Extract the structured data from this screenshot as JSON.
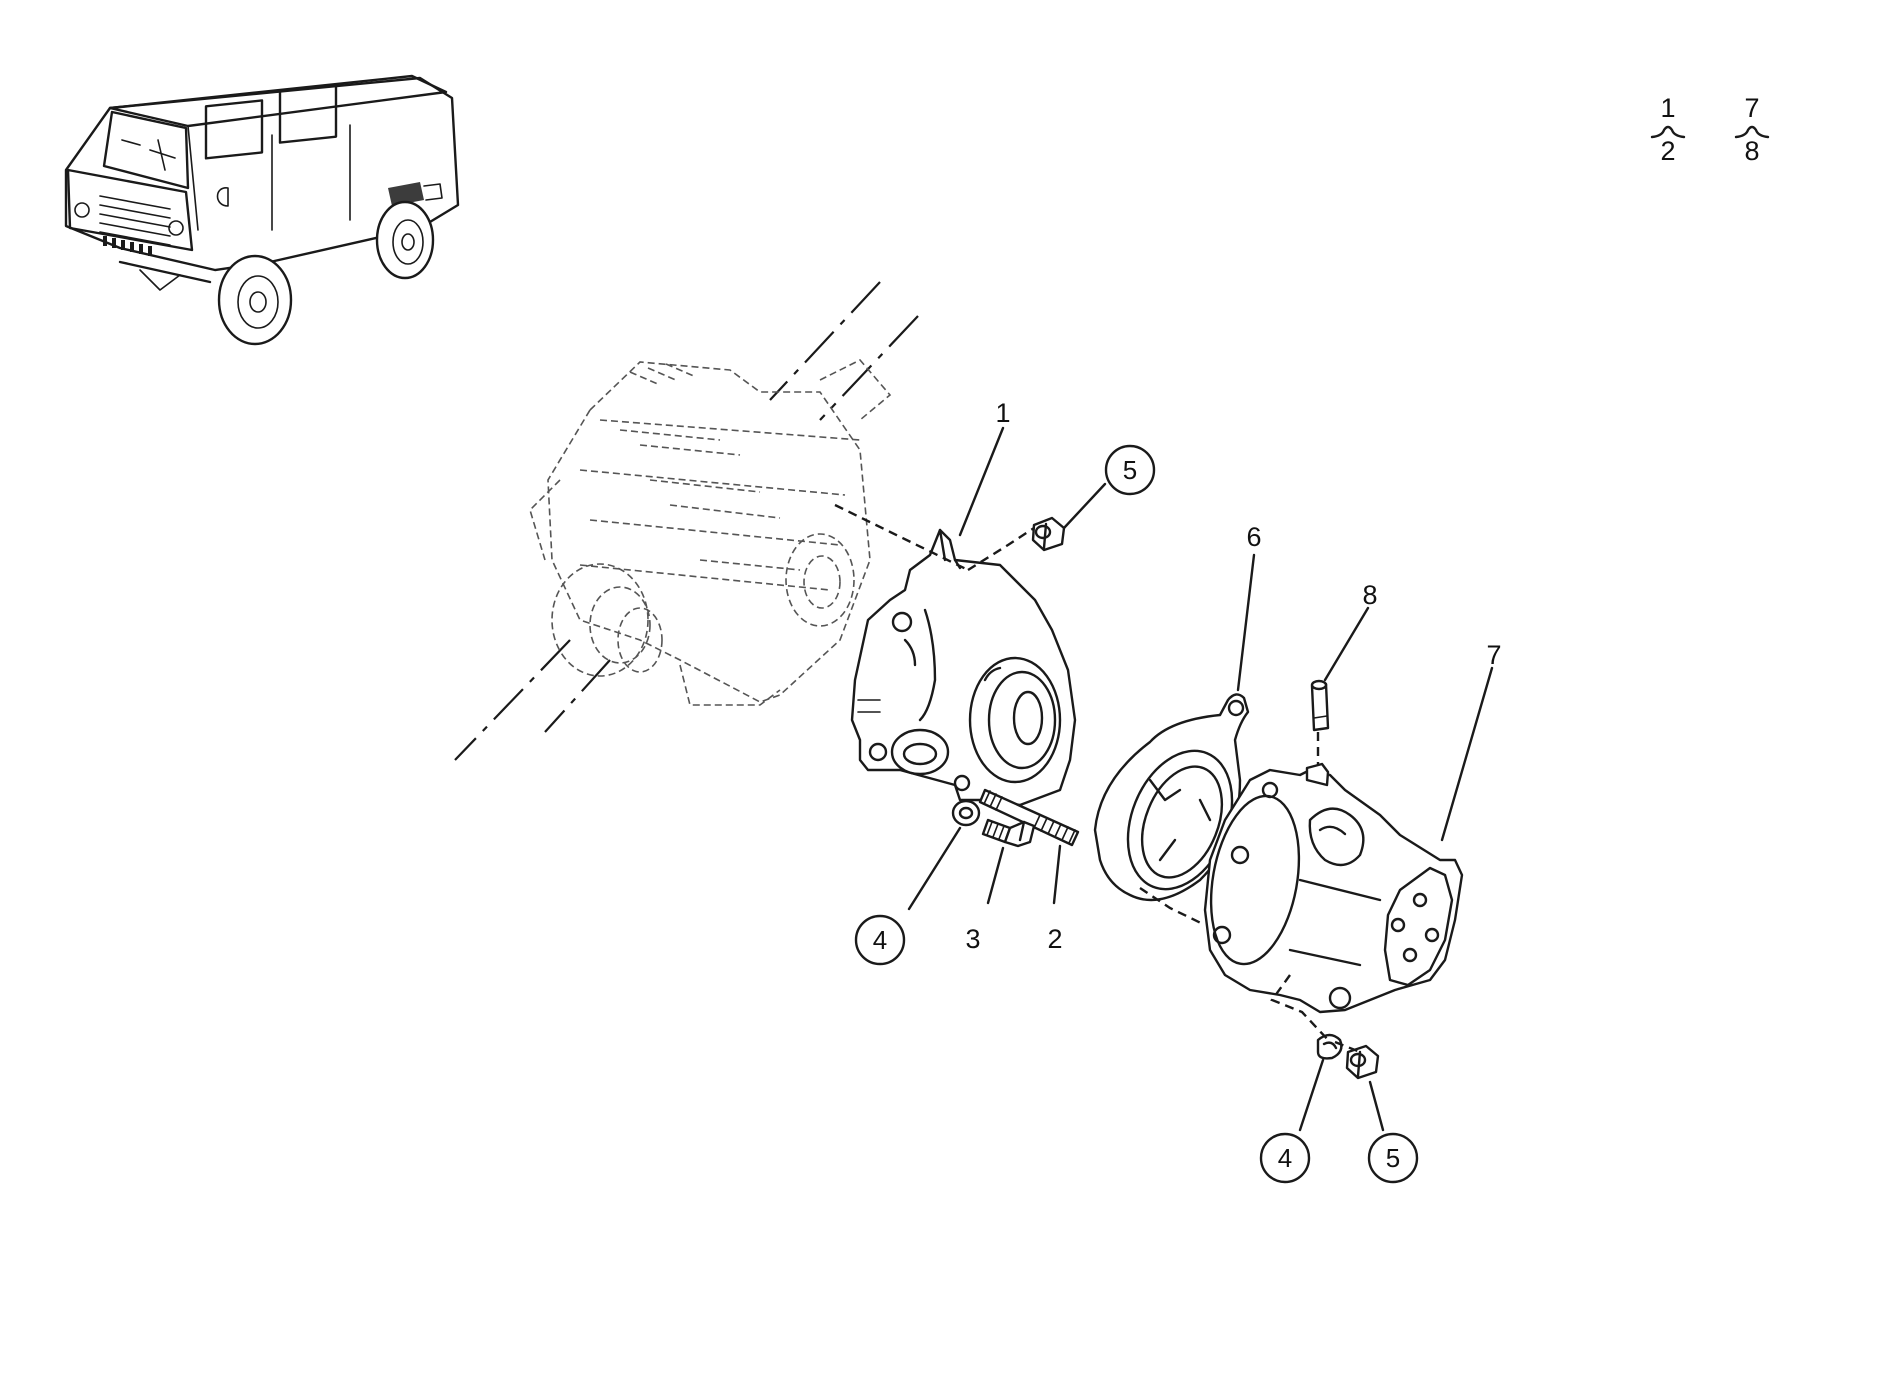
{
  "legend": [
    {
      "top": "1",
      "bottom": "2"
    },
    {
      "top": "7",
      "bottom": "8"
    }
  ],
  "callouts": {
    "p1": "1",
    "p2": "2",
    "p3": "3",
    "p4a": "4",
    "p4b": "4",
    "p5a": "5",
    "p5b": "5",
    "p6": "6",
    "p7": "7",
    "p8": "8"
  }
}
